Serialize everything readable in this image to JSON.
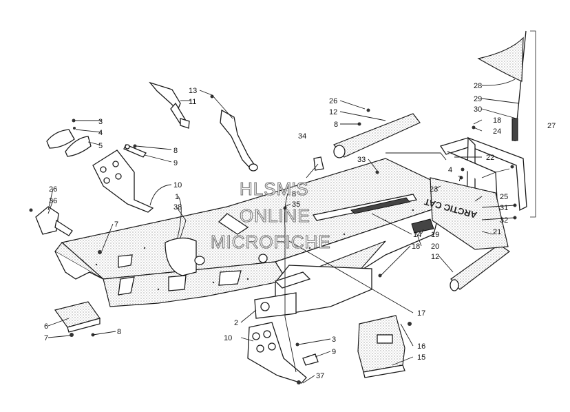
{
  "watermark": {
    "line1": "HLSM'S",
    "line2": "ONLINE",
    "line3": "MICROFICHE"
  },
  "decals": {
    "flap_text": "ARCTIC CAT"
  },
  "callouts": {
    "c1": "1",
    "c2": "2",
    "c3a": "3",
    "c3b": "3",
    "c4a": "4",
    "c4b": "4",
    "c5": "5",
    "c6": "6",
    "c7a": "7",
    "c7b": "7",
    "c7c": "7",
    "c8a": "8",
    "c8b": "8",
    "c8c": "8",
    "c8d": "8",
    "c9a": "9",
    "c9b": "9",
    "c10a": "10",
    "c10b": "10",
    "c11": "11",
    "c12a": "12",
    "c12b": "12",
    "c13": "13",
    "c14": "14",
    "c15": "15",
    "c16": "16",
    "c17": "17",
    "c18a": "18",
    "c18b": "18",
    "c19": "19",
    "c20": "20",
    "c21": "21",
    "c22": "22",
    "c23": "23",
    "c24": "24",
    "c25": "25",
    "c26a": "26",
    "c26b": "26",
    "c27": "27",
    "c28": "28",
    "c29": "29",
    "c30": "30",
    "c31": "31",
    "c32": "32",
    "c33": "33",
    "c34": "34",
    "c35": "35",
    "c36": "36",
    "c37": "37",
    "c38": "38"
  }
}
